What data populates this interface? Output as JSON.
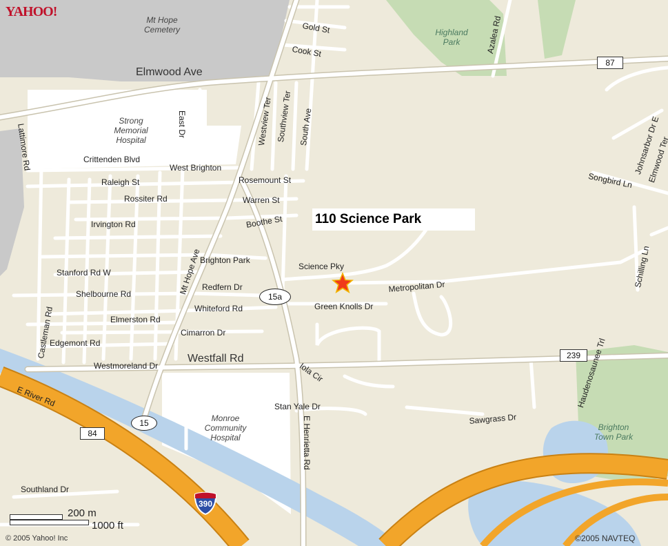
{
  "branding": {
    "logo_text": "YAHOO!",
    "copyright_left": "© 2005 Yahoo! Inc",
    "copyright_right": "©2005 NAVTEQ"
  },
  "callout": {
    "label": "110 Science Park"
  },
  "marker": {
    "icon": "star-icon",
    "fill": "#f03a1a",
    "outline": "#f2b400"
  },
  "scale_bar": {
    "metric": "200 m",
    "imperial": "1000 ft"
  },
  "colors": {
    "land": "#eeeadb",
    "road": "#ffffff",
    "road_casing": "#c9c3ae",
    "highway": "#f2a52a",
    "highway_casing": "#c98113",
    "water": "#b9d3eb",
    "park": "#c6dcb4",
    "urban": "#c9c9c9"
  },
  "streets": {
    "elmwood": "Elmwood Ave",
    "gold": "Gold St",
    "cook": "Cook St",
    "azalea": "Azalea Rd",
    "westview": "Westview Ter",
    "southview": "Southview Ter",
    "south_ave": "South Ave",
    "east_dr": "East Dr",
    "lattimore": "Lattimore Rd",
    "crittenden": "Crittenden Blvd",
    "west_brighton": "West Brighton",
    "raleigh": "Raleigh St",
    "rosemount": "Rosemount St",
    "rossiter": "Rossiter Rd",
    "warren": "Warren St",
    "boothe": "Boothe St",
    "irvington": "Irvington Rd",
    "mt_hope": "Mt Hope Ave",
    "brighton_park": "Brighton Park",
    "science_pky": "Science Pky",
    "stanford": "Stanford Rd W",
    "redfern": "Redfern Dr",
    "metropolitan": "Metropolitan Dr",
    "shelbourne": "Shelbourne Rd",
    "whiteford": "Whiteford Rd",
    "green_knolls": "Green Knolls Dr",
    "elmerston": "Elmerston Rd",
    "cimarron": "Cimarron Dr",
    "castleman": "Castleman Rd",
    "edgemont": "Edgemont Rd",
    "westmoreland": "Westmoreland Dr",
    "westfall": "Westfall Rd",
    "iola": "Iola Cir",
    "e_river": "E River Rd",
    "stan_yale": "Stan Yale Dr",
    "e_henrietta": "E Henrietta Rd",
    "sawgrass": "Sawgrass Dr",
    "southland": "Southland Dr",
    "johnsarbor": "Johnsarbor Dr E",
    "elmwood_ter": "Elmwood Ter",
    "songbird": "Songbird Ln",
    "schilling": "Schilling Ln",
    "haudenosaunee": "Haudenosaunee Trl"
  },
  "places": {
    "mt_hope_cemetery": "Mt Hope Cemetery",
    "highland_park": "Highland Park",
    "strong_hospital": "Strong Memorial Hospital",
    "monroe_hospital": "Monroe Community Hospital",
    "brighton_town_park": "Brighton Town Park"
  },
  "route_shields": {
    "r87": "87",
    "r239": "239",
    "r84": "84",
    "r15": "15",
    "r15a": "15a",
    "i390": "390"
  }
}
